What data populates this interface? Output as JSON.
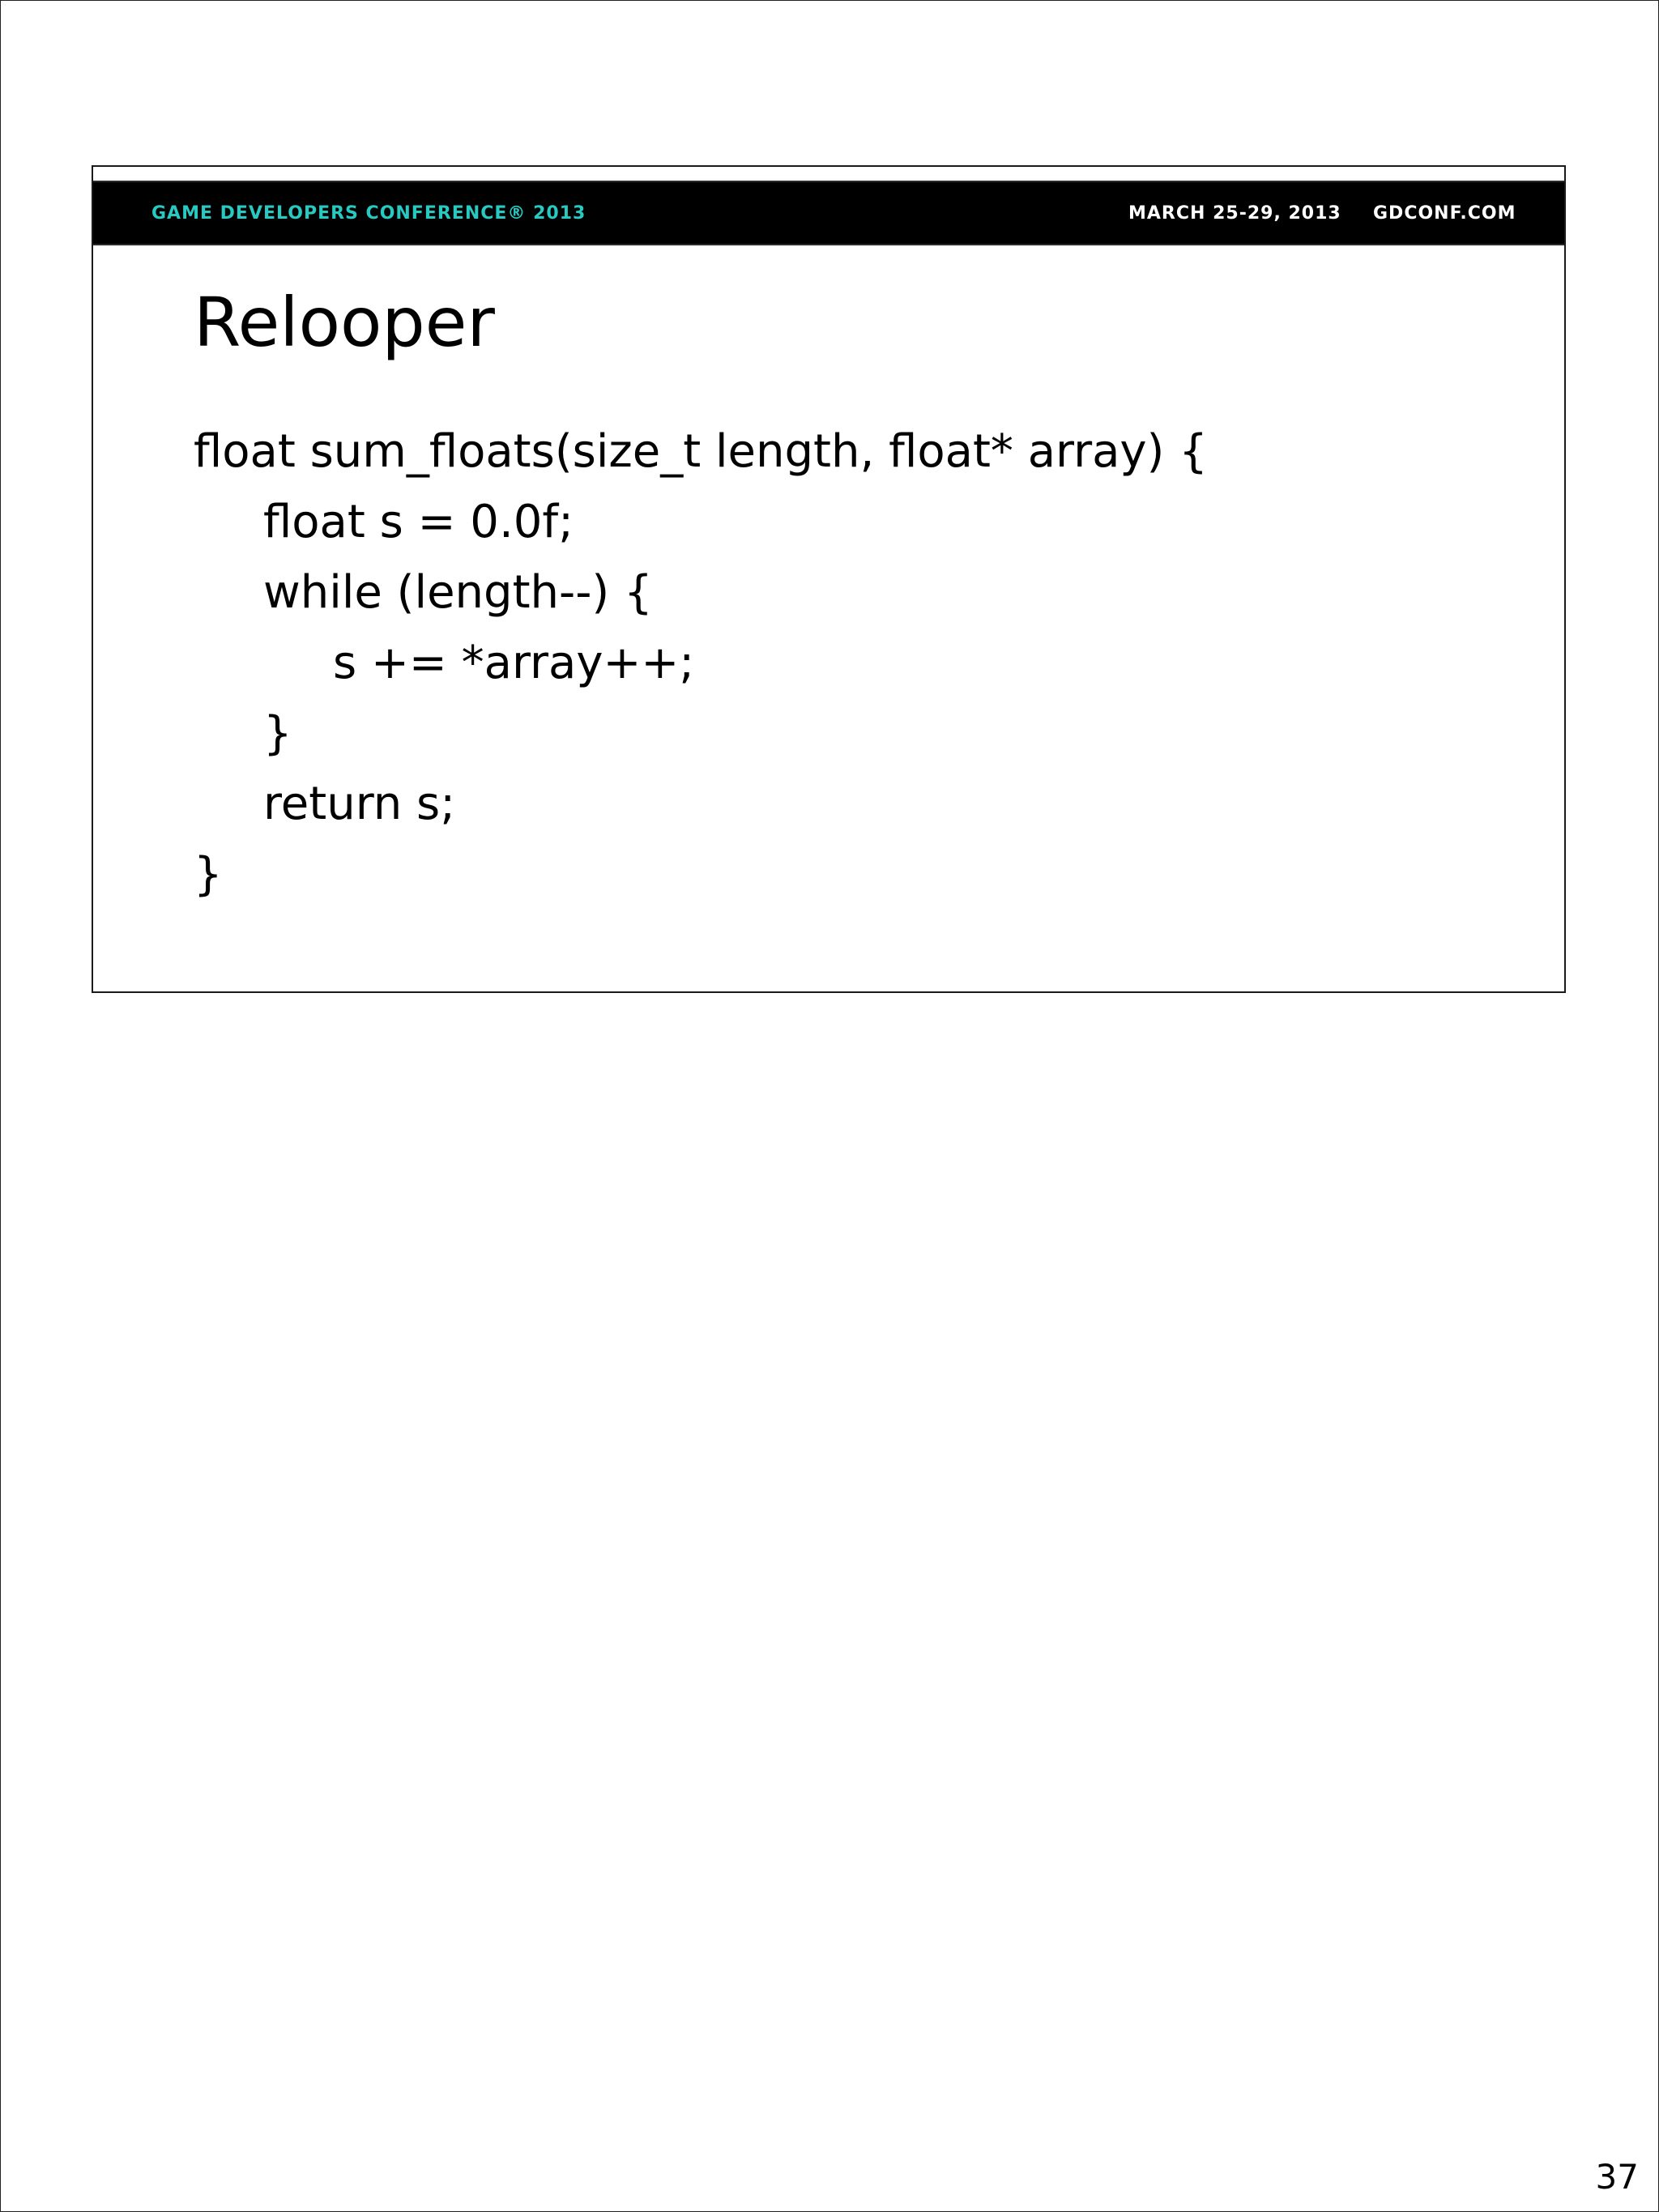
{
  "slide": {
    "header": {
      "conference": "GAME DEVELOPERS CONFERENCE® 2013",
      "dates": "MARCH 25-29, 2013",
      "website": "GDCONF.COM"
    },
    "title": "Relooper",
    "code_lines": [
      "float sum_floats(size_t length, float* array) {",
      "float s = 0.0f;",
      "while (length--) {",
      "s += *array++;",
      "}",
      "return s;",
      "}"
    ]
  },
  "page_number": "37"
}
